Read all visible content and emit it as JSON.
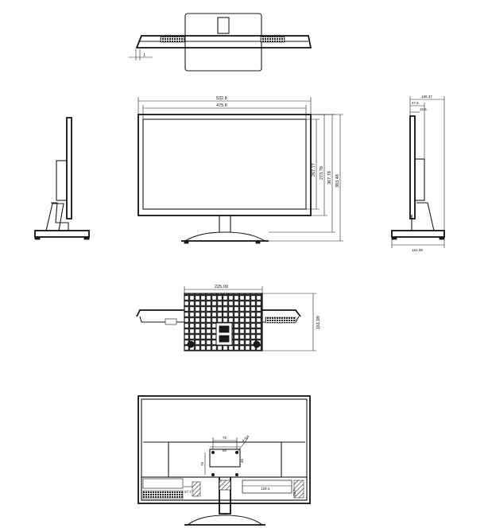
{
  "dimensions": {
    "top_view": {
      "offset": "1"
    },
    "front_view": {
      "overall_width": "532.8",
      "screen_width": "475.8",
      "screen_height": "267.77",
      "panel_height": "273.78",
      "height_a": "367.78",
      "overall_height": "383.48"
    },
    "side_view": {
      "depth": "188.37",
      "panel_depth": "47.6",
      "thin_depth": "16.6",
      "base_depth": "161.09"
    },
    "bottom_view": {
      "base_width": "225.09",
      "base_height": "161.09"
    },
    "back_view": {
      "vesa_h": "75",
      "hole": "4-M4",
      "inner_w": "80",
      "vesa_v": "75",
      "inner_h": "40",
      "port_w": "27.7",
      "vent_w": "129.4",
      "side_h": "38.5"
    }
  }
}
